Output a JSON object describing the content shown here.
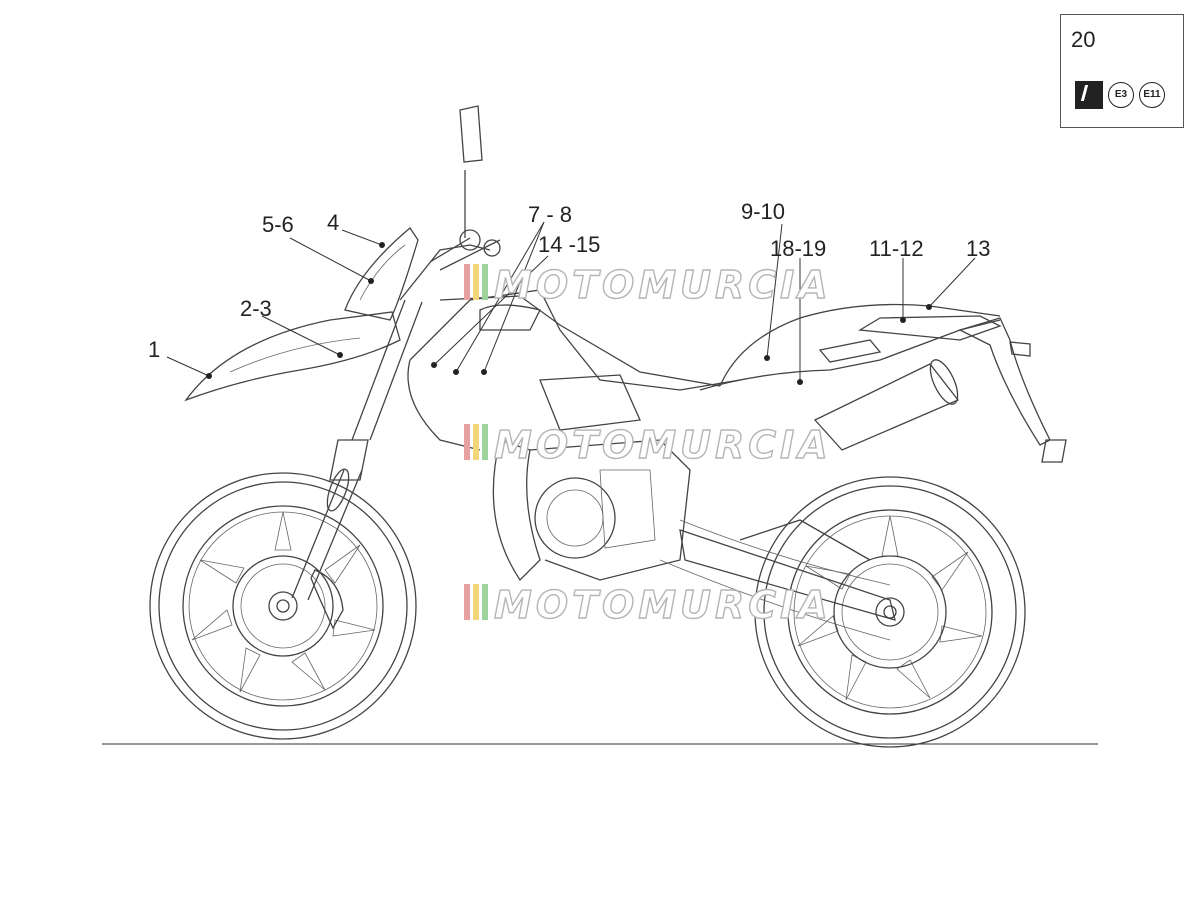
{
  "callouts": {
    "c1": "1",
    "c2_3": "2-3",
    "c5_6": "5-6",
    "c4": "4",
    "c7_8": "7 - 8",
    "c14_15": "14 -15",
    "c9_10": "9-10",
    "c18_19": "18-19",
    "c11_12": "11-12",
    "c13": "13"
  },
  "legend": {
    "number": "20",
    "badges": [
      "E3",
      "E11"
    ],
    "logo_icon": "brand-logo-icon"
  },
  "watermark": {
    "text": "MOTOMURCIA",
    "stripe_colors": [
      "#e8a0a0",
      "#f1d77a",
      "#9ed39e"
    ]
  },
  "colors": {
    "line": "#444444",
    "background": "#ffffff"
  }
}
